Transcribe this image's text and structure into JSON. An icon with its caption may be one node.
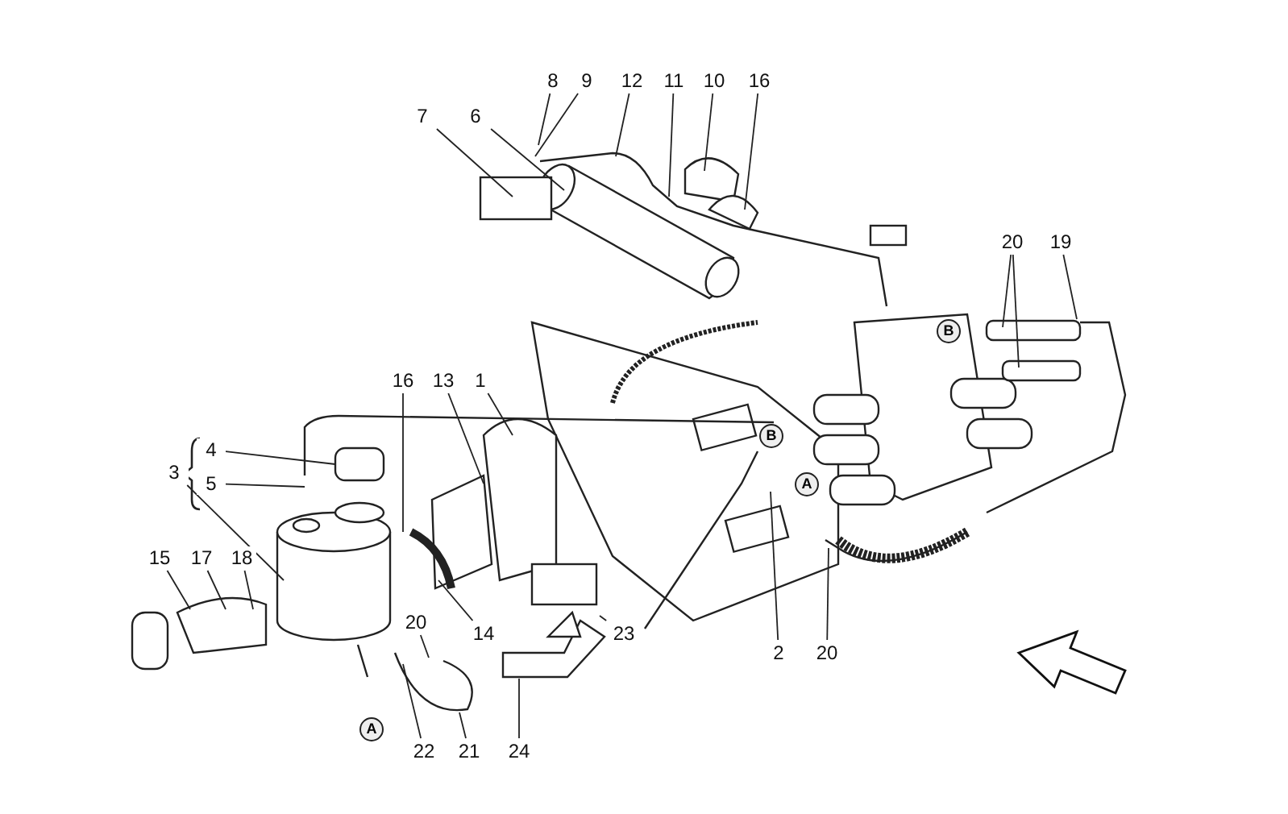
{
  "diagram": {
    "nodes": [
      {
        "text": [
          "8"
        ]
      },
      {
        "text": [
          "9"
        ]
      },
      {
        "text": [
          "12"
        ]
      },
      {
        "text": [
          "11"
        ]
      },
      {
        "text": [
          "10"
        ]
      },
      {
        "text": [
          "16"
        ]
      },
      {
        "text": [
          "7"
        ]
      },
      {
        "text": [
          "6"
        ]
      },
      {
        "text": [
          "20"
        ]
      },
      {
        "text": [
          "19"
        ]
      },
      {
        "text": [
          "16"
        ]
      },
      {
        "text": [
          "13"
        ]
      },
      {
        "text": [
          "1"
        ]
      },
      {
        "text": [
          "3"
        ]
      },
      {
        "text": [
          "4"
        ]
      },
      {
        "text": [
          "5"
        ]
      },
      {
        "text": [
          "15"
        ]
      },
      {
        "text": [
          "17"
        ]
      },
      {
        "text": [
          "18"
        ]
      },
      {
        "text": [
          "20"
        ]
      },
      {
        "text": [
          "14"
        ]
      },
      {
        "text": [
          "23"
        ]
      },
      {
        "text": [
          "2"
        ]
      },
      {
        "text": [
          "20"
        ]
      },
      {
        "text": [
          "22"
        ]
      },
      {
        "text": [
          "21"
        ]
      },
      {
        "text": [
          "24"
        ]
      }
    ],
    "edges": [
      {
        "from": 0,
        "to": null,
        "arrow": "none"
      },
      {
        "from": 1,
        "to": null,
        "arrow": "none"
      },
      {
        "from": 2,
        "to": null,
        "arrow": "none"
      },
      {
        "from": 3,
        "to": null,
        "arrow": "none"
      },
      {
        "from": 4,
        "to": null,
        "arrow": "none"
      },
      {
        "from": 5,
        "to": null,
        "arrow": "none"
      },
      {
        "from": 6,
        "to": null,
        "arrow": "none"
      },
      {
        "from": 7,
        "to": null,
        "arrow": "none"
      },
      {
        "from": 8,
        "to": null,
        "arrow": "none"
      },
      {
        "from": 8,
        "to": null,
        "arrow": "none"
      },
      {
        "from": 9,
        "to": null,
        "arrow": "none"
      },
      {
        "from": 10,
        "to": null,
        "arrow": "none"
      },
      {
        "from": 11,
        "to": null,
        "arrow": "none"
      },
      {
        "from": 12,
        "to": null,
        "arrow": "none"
      },
      {
        "from": 13,
        "to": null,
        "arrow": "none"
      },
      {
        "from": 14,
        "to": null,
        "arrow": "none"
      },
      {
        "from": 15,
        "to": null,
        "arrow": "none"
      },
      {
        "from": 16,
        "to": null,
        "arrow": "none"
      },
      {
        "from": 17,
        "to": null,
        "arrow": "none"
      },
      {
        "from": 18,
        "to": null,
        "arrow": "none"
      },
      {
        "from": 19,
        "to": null,
        "arrow": "none"
      },
      {
        "from": 20,
        "to": null,
        "arrow": "none"
      },
      {
        "from": 21,
        "to": null,
        "arrow": "none"
      },
      {
        "from": 22,
        "to": null,
        "arrow": "none"
      },
      {
        "from": 23,
        "to": null,
        "arrow": "none"
      },
      {
        "from": 24,
        "to": null,
        "arrow": "none"
      },
      {
        "from": 25,
        "to": null,
        "arrow": "none"
      },
      {
        "from": 26,
        "to": null,
        "arrow": "none"
      }
    ],
    "labels": [
      "B",
      "B",
      "A",
      "A"
    ]
  }
}
